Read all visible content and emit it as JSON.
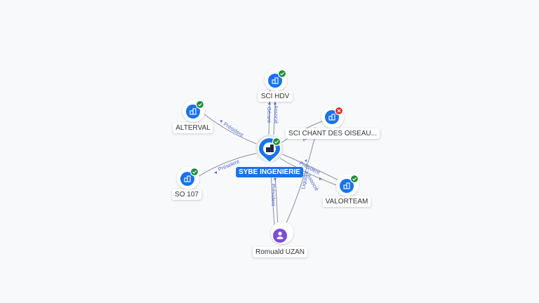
{
  "nodes": {
    "center": {
      "label": "SYBE INGENIERIE",
      "status": "active",
      "icon": "building-icon"
    },
    "sci_hdv": {
      "label": "SCI HDV",
      "status": "active",
      "icon": "building-icon"
    },
    "alterval": {
      "label": "ALTERVAL",
      "status": "active",
      "icon": "building-icon"
    },
    "sci_chant": {
      "label": "SCI CHANT DES OISEAU...",
      "status": "inactive",
      "icon": "building-icon"
    },
    "so107": {
      "label": "SO 107",
      "status": "active",
      "icon": "building-icon"
    },
    "valorteam": {
      "label": "VALORTEAM",
      "status": "active",
      "icon": "building-icon"
    },
    "person": {
      "label": "Romuald UZAN",
      "icon": "person-icon"
    }
  },
  "edges": {
    "hdv_gerant": "Gérant",
    "hdv_associe": "Associé",
    "alterval_president": "Président",
    "so107_president": "Président",
    "chant_associe": "Associé",
    "valor_president": "Président",
    "valor_associe": "Associé",
    "person_president": "Président",
    "person_liquidateur": "Liquidat..."
  },
  "colors": {
    "node_blue": "#1a73e8",
    "active_green": "#1e8e3e",
    "inactive_red": "#d93025",
    "person_purple": "#7b4fd6",
    "edge_label": "#4f6bd6"
  }
}
